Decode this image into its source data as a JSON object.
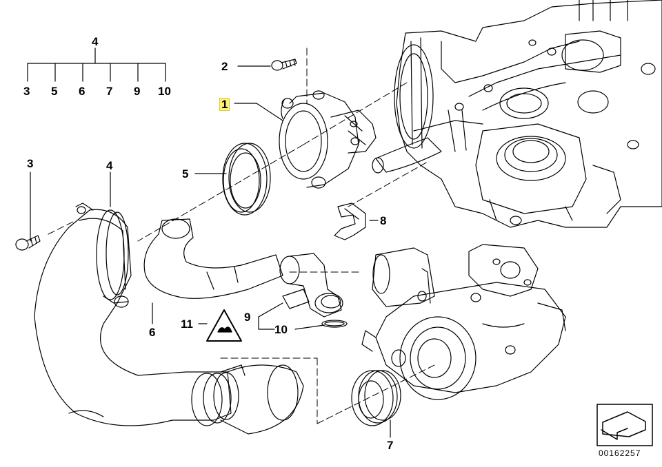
{
  "callouts": {
    "p1": "1",
    "p2": "2",
    "p3a": "3",
    "p3b": "3",
    "p4a": "4",
    "p4b": "4",
    "p5a": "5",
    "p5b": "5",
    "p6a": "6",
    "p6b": "6",
    "p7a": "7",
    "p7b": "7",
    "p8": "8",
    "p9a": "9",
    "p9b": "9",
    "p10a": "10",
    "p10b": "10",
    "p11": "11"
  },
  "highlight_color": "#fff27a",
  "line_color": "#000000",
  "part_number": "00162257",
  "icon": "arrow-sheet-icon"
}
